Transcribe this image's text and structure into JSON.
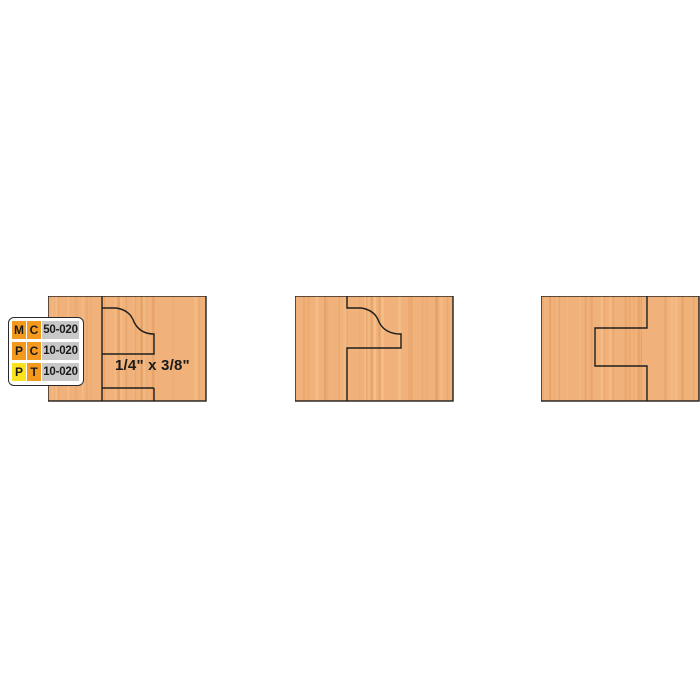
{
  "colors": {
    "wood_base": "#f0b27a",
    "wood_grain_light": "#f6c592",
    "wood_grain_dark": "#e29a5c",
    "outline": "#1e1e1e",
    "code_orange": "#f39a1e",
    "code_yellow": "#fbe21e",
    "code_number_bg": "#c8c8c8"
  },
  "badge": {
    "rows": [
      {
        "first": "M",
        "second": "C",
        "first_color": "#f39a1e",
        "second_color": "#f39a1e",
        "number": "50-020"
      },
      {
        "first": "P",
        "second": "C",
        "first_color": "#f39a1e",
        "second_color": "#f39a1e",
        "number": "10-020"
      },
      {
        "first": "P",
        "second": "T",
        "first_color": "#fbe21e",
        "second_color": "#f39a1e",
        "number": "10-020"
      }
    ]
  },
  "dimension_label": "1/4\" x 3/8\"",
  "panels": [
    {
      "name": "profile-cutter-view",
      "icon": "wood-block"
    },
    {
      "name": "joined-profile-view",
      "icon": "wood-block"
    },
    {
      "name": "tongue-groove-view",
      "icon": "wood-block"
    }
  ]
}
